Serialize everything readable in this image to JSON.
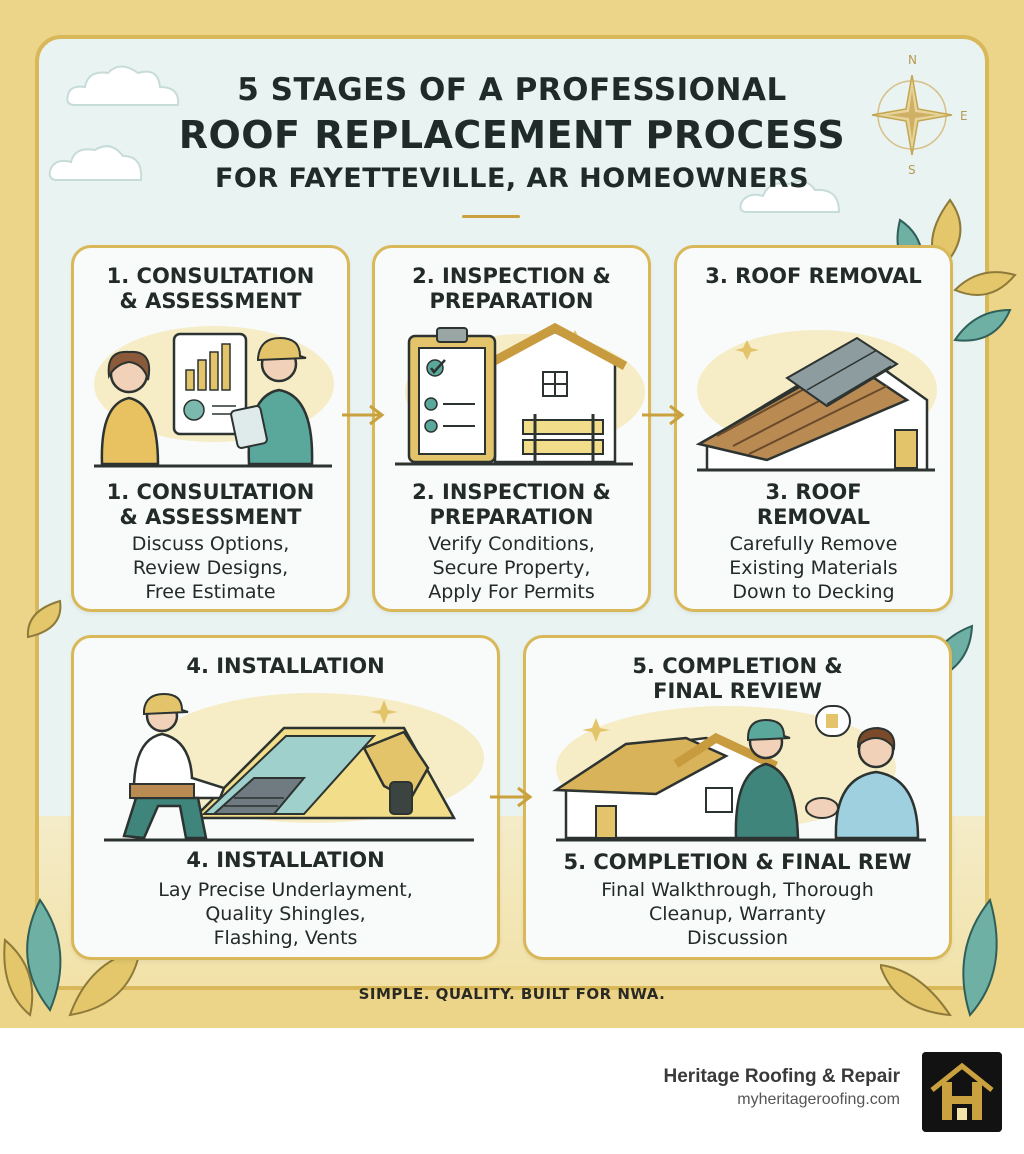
{
  "header": {
    "line1": "5 STAGES OF A PROFESSIONAL",
    "line2": "ROOF REPLACEMENT PROCESS",
    "line3": "FOR FAYETTEVILLE, AR HOMEOWNERS"
  },
  "compass": {
    "n": "N",
    "e": "E",
    "s": "S"
  },
  "stages": [
    {
      "heading": "1. CONSULTATION\n& ASSESSMENT",
      "subheading": "1. CONSULTATION\n& ASSESSMENT",
      "description": "Discuss Options,\nReview Designs,\nFree Estimate",
      "icon": "consultation-icon"
    },
    {
      "heading": "2. INSPECTION &\nPREPARATION",
      "subheading": "2. INSPECTION &\nPREPARATION",
      "description": "Verify Conditions,\nSecure Property,\nApply For Permits",
      "icon": "checklist-house-icon"
    },
    {
      "heading": "3. ROOF REMOVAL",
      "subheading": "3. ROOF\nREMOVAL",
      "description": "Carefully Remove\nExisting Materials\nDown to Decking",
      "icon": "roof-removal-icon"
    },
    {
      "heading": "4. INSTALLATION",
      "subheading": "4. INSTALLATION",
      "description": "Lay Precise Underlayment,\nQuality Shingles,\nFlashing, Vents",
      "icon": "roofer-nail-gun-icon"
    },
    {
      "heading": "5. COMPLETION &\nFINAL REVIEW",
      "subheading": "5. COMPLETION & FINAL REW",
      "description": "Final Walkthrough, Thorough\nCleanup, Warranty\nDiscussion",
      "icon": "handshake-house-icon"
    }
  ],
  "tagline": "SIMPLE. QUALITY. BUILT FOR NWA.",
  "brand": {
    "name": "Heritage Roofing & Repair",
    "url": "myheritageroofing.com",
    "logo_icon": "house-h-logo-icon"
  },
  "colors": {
    "gold": "#d9b85a",
    "panel": "#e9f3f1",
    "teal": "#5aa79c",
    "text": "#232b29"
  }
}
